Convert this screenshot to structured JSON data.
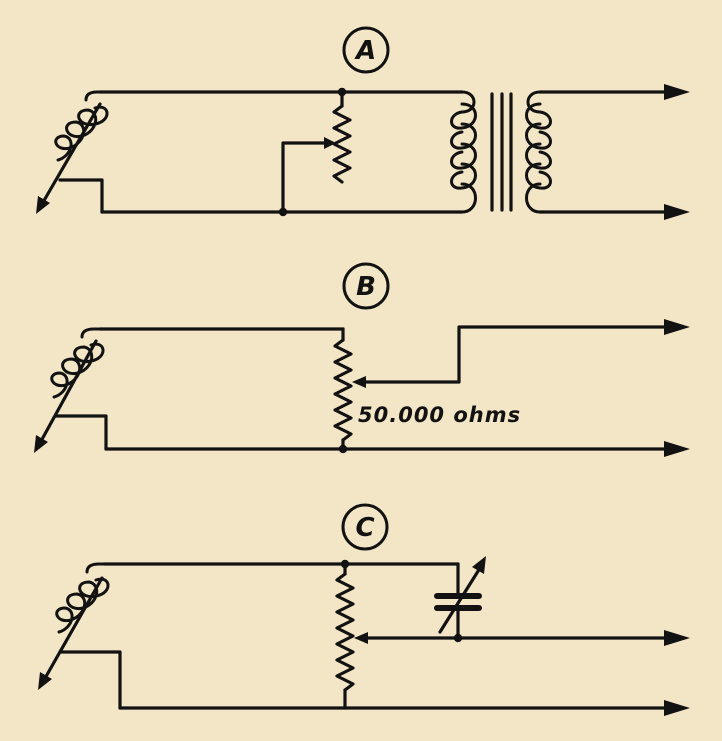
{
  "circuit_a": {
    "label": "A"
  },
  "circuit_b": {
    "label": "B",
    "resistor_value": "50.000 ohms"
  },
  "circuit_c": {
    "label": "C"
  },
  "colors": {
    "paper": "#f3e6c6",
    "ink": "#121212"
  }
}
